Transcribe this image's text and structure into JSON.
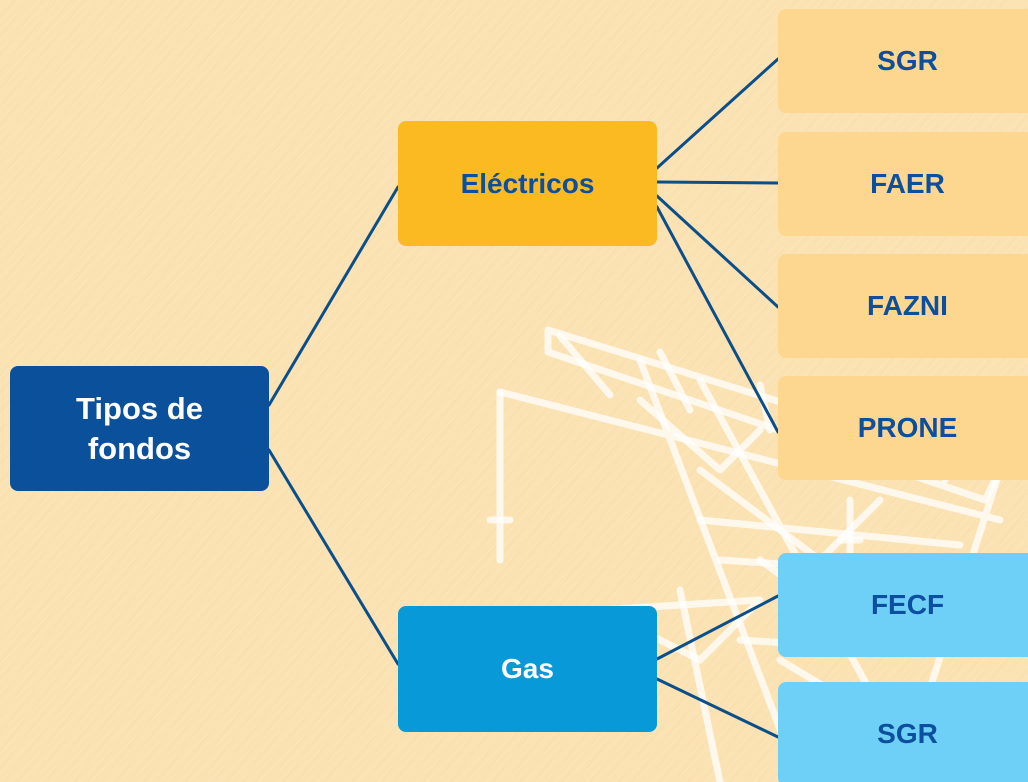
{
  "diagram": {
    "root": {
      "label": "Tipos de\nfondos"
    },
    "branches": [
      {
        "label": "Eléctricos",
        "children": [
          "SGR",
          "FAER",
          "FAZNI",
          "PRONE"
        ]
      },
      {
        "label": "Gas",
        "children": [
          "FECF",
          "SGR"
        ]
      }
    ]
  },
  "colors": {
    "background": "#fbe2b3",
    "root_fill": "#0b509a",
    "electricos_fill": "#fbba21",
    "electric_leaf_fill": "#fdd790",
    "gas_fill": "#0899d9",
    "gas_leaf_fill": "#6ecff7",
    "connector": "#0b4f8a",
    "label_dark": "#0b4f9e",
    "label_light": "#ffffff"
  },
  "background_icon": "power-transmission-tower-icon"
}
